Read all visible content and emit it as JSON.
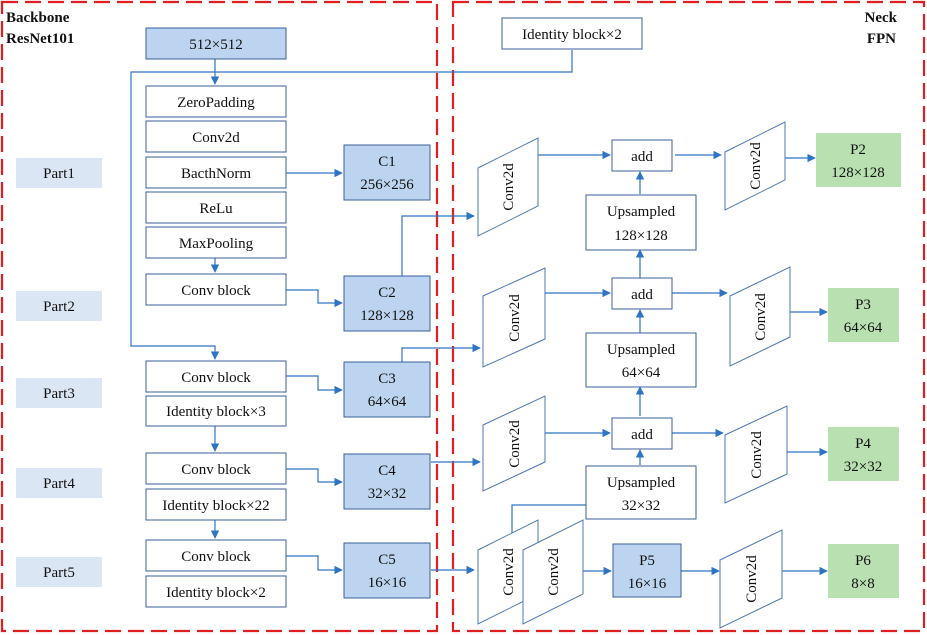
{
  "backbone": {
    "title_line1": "Backbone",
    "title_line2": "ResNet101",
    "input": "512×512",
    "stem": [
      "ZeroPadding",
      "Conv2d",
      "BacthNorm",
      "ReLu",
      "MaxPooling"
    ],
    "conv_block": "Conv block",
    "identity_x3": "Identity block×3",
    "identity_x22": "Identity block×22",
    "identity_x2": "Identity block×2",
    "parts": [
      "Part1",
      "Part2",
      "Part3",
      "Part4",
      "Part5"
    ],
    "features": [
      {
        "name": "C1",
        "size": "256×256"
      },
      {
        "name": "C2",
        "size": "128×128"
      },
      {
        "name": "C3",
        "size": "64×64"
      },
      {
        "name": "C4",
        "size": "32×32"
      },
      {
        "name": "C5",
        "size": "16×16"
      }
    ]
  },
  "neck": {
    "title_line1": "Neck",
    "title_line2": "FPN",
    "identity_top": "Identity block×2",
    "conv2d": "Conv2d",
    "add": "add",
    "upsampled": "Upsampled",
    "upsample_sizes": [
      "128×128",
      "64×64",
      "32×32"
    ],
    "outputs": [
      {
        "name": "P2",
        "size": "128×128"
      },
      {
        "name": "P3",
        "size": "64×64"
      },
      {
        "name": "P4",
        "size": "32×32"
      },
      {
        "name": "P6",
        "size": "8×8"
      }
    ],
    "p5": {
      "name": "P5",
      "size": "16×16"
    }
  },
  "colors": {
    "region_border": "#e02020",
    "arrow": "#2e74c4",
    "feature_fill": "#bcd4ef",
    "output_fill": "#b9e0b0",
    "part_fill": "#dae6f4"
  }
}
